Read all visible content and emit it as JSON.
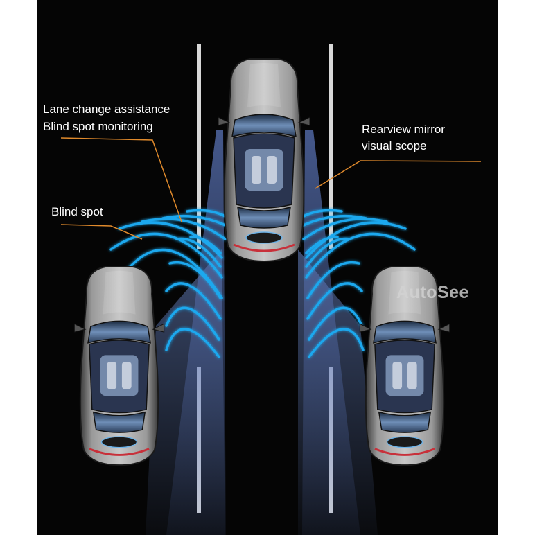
{
  "labels": {
    "lane_change": "Lane change assistance",
    "blind_spot_monitoring": "Blind spot monitoring",
    "rearview_line1": "Rearview mirror",
    "rearview_line2": "visual scope",
    "blind_spot": "Blind spot"
  },
  "watermark": "AutoSee",
  "icons": [
    "car-icon",
    "sensor-wave-icon"
  ],
  "colors": {
    "road": "#050505",
    "lane_line": "#d8d8d8",
    "sensor_wave": "#1fa8ee",
    "leader_line": "#e08a2c",
    "mirror_beam": "#5a74b8",
    "car_body": "#8a8a8a"
  }
}
